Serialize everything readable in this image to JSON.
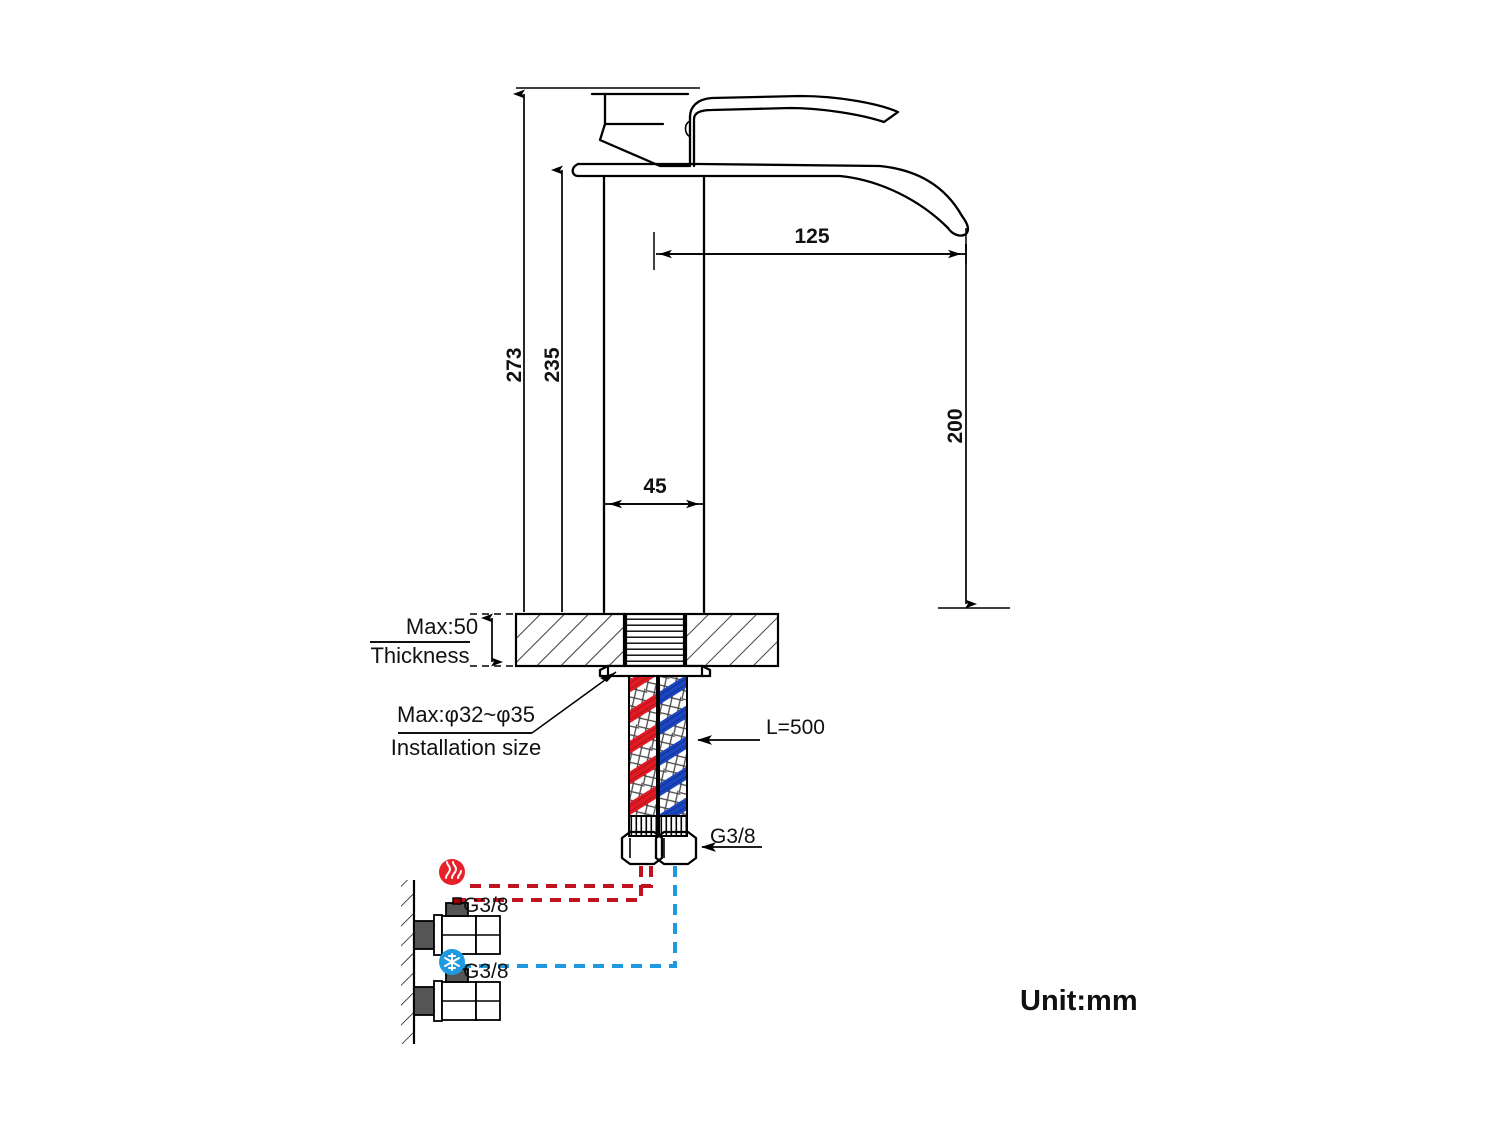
{
  "drawing": {
    "title": "Basin Faucet Technical Dimension Drawing",
    "unit_note": "Unit:mm",
    "dimensions": {
      "total_height": "273",
      "body_height": "235",
      "spout_height": "200",
      "spout_reach": "125",
      "body_width": "45"
    },
    "notes": {
      "thickness_value": "Max:50",
      "thickness_label": "Thickness",
      "installation_value": "Max:φ32~φ35",
      "installation_label": "Installation size",
      "hose_length": "L=500",
      "hose_thread": "G3/8",
      "hot_valve_thread": "G3/8",
      "cold_valve_thread": "G3/8"
    },
    "icons": {
      "hot_supply": "hot-water-icon",
      "cold_supply": "cold-water-icon"
    },
    "colors": {
      "hot": "#c1121f",
      "cold": "#1f9ae0",
      "line": "#000000",
      "background": "#ffffff"
    }
  }
}
